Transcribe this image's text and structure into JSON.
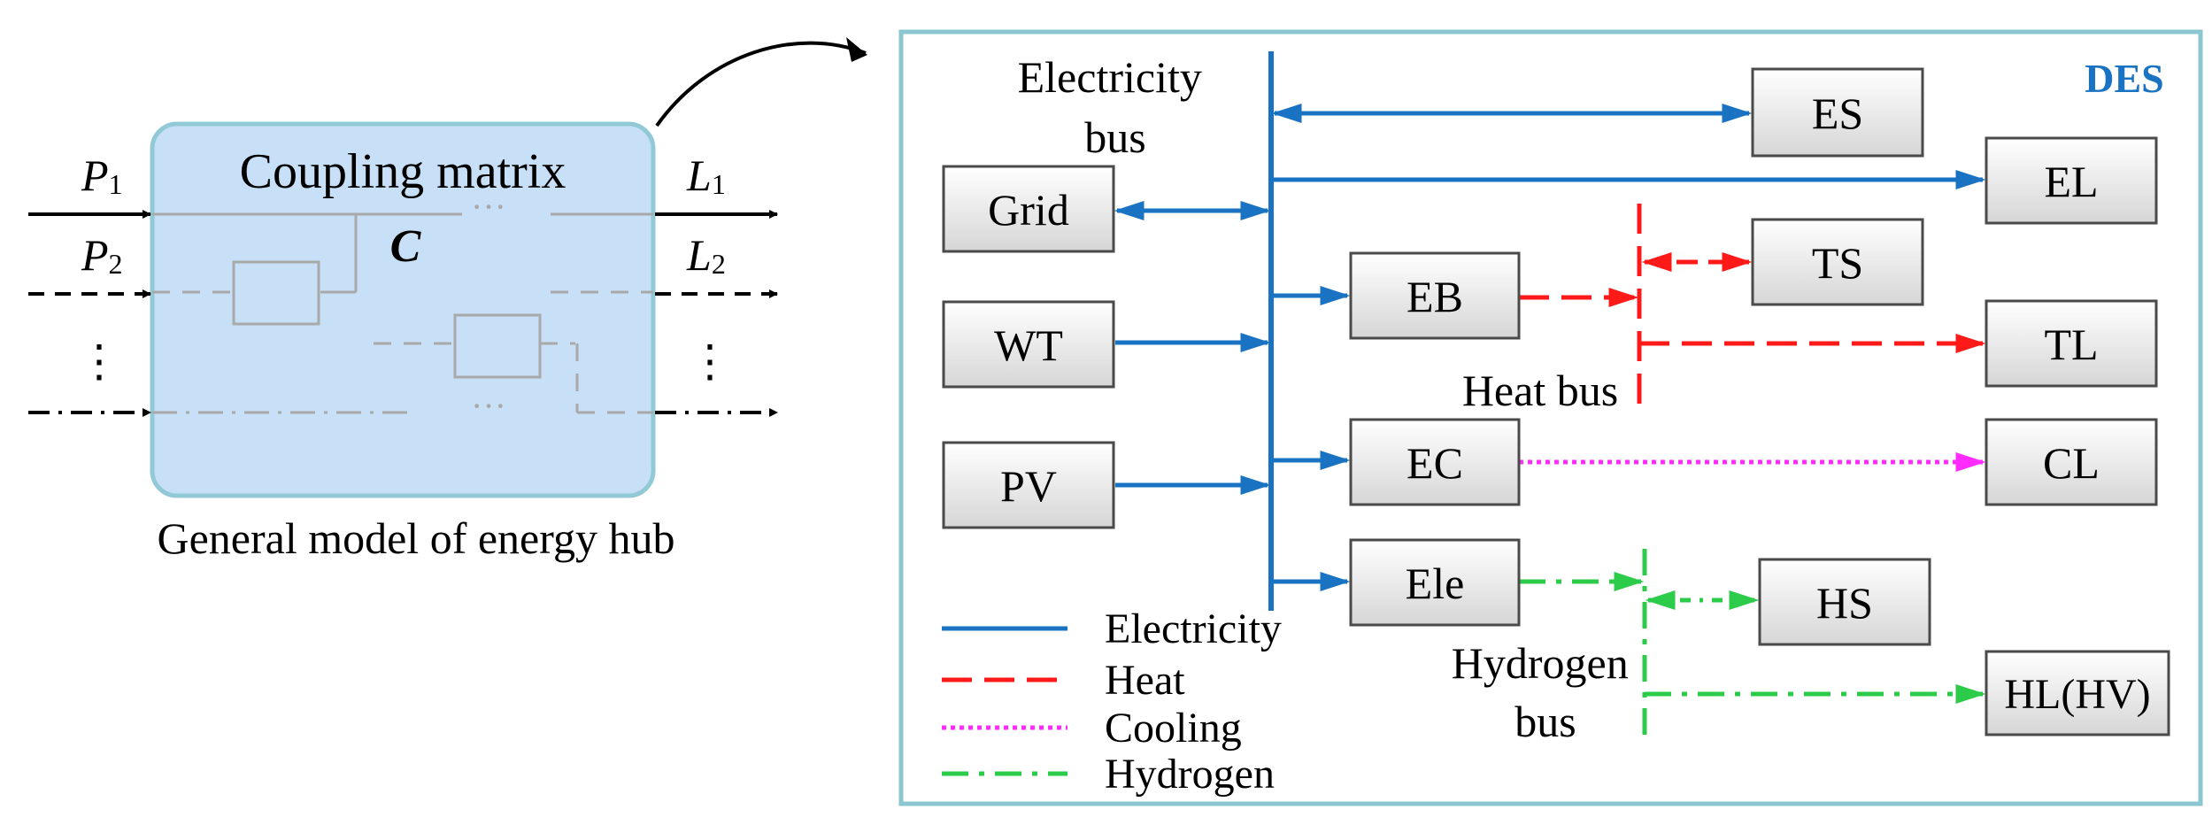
{
  "left_panel": {
    "hub_title": "Coupling matrix",
    "matrix_symbol": "C",
    "caption": "General model of energy hub",
    "inputs": [
      {
        "main": "P",
        "sub": "1"
      },
      {
        "main": "P",
        "sub": "2"
      }
    ],
    "outputs": [
      {
        "main": "L",
        "sub": "1"
      },
      {
        "main": "L",
        "sub": "2"
      }
    ],
    "ellipsis_h": "···",
    "ellipsis_v": "⋮"
  },
  "right_panel": {
    "title": "DES",
    "bus_labels": {
      "electricity": [
        "Electricity",
        "bus"
      ],
      "heat": "Heat bus",
      "hydrogen": [
        "Hydrogen",
        "bus"
      ]
    },
    "boxes": {
      "grid": "Grid",
      "wt": "WT",
      "pv": "PV",
      "eb": "EB",
      "ec": "EC",
      "ele": "Ele",
      "es": "ES",
      "el": "EL",
      "ts": "TS",
      "tl": "TL",
      "cl": "CL",
      "hs": "HS",
      "hl": "HL(HV)"
    },
    "legend": [
      {
        "label": "Electricity",
        "color": "#1a73c2",
        "style": "solid"
      },
      {
        "label": "Heat",
        "color": "#ff1a1a",
        "style": "dashed"
      },
      {
        "label": "Cooling",
        "color": "#ff2bff",
        "style": "dotted"
      },
      {
        "label": "Hydrogen",
        "color": "#2ccb4a",
        "style": "dash-dot"
      }
    ]
  },
  "colors": {
    "electricity": "#1a73c2",
    "heat": "#ff1a1a",
    "cooling": "#ff2bff",
    "hydrogen": "#2ccb4a",
    "hub_fill": "#c7e0f8",
    "hub_border": "#92c9d6",
    "panel_border": "#8cc7cf",
    "des_title": "#1a73c2"
  }
}
